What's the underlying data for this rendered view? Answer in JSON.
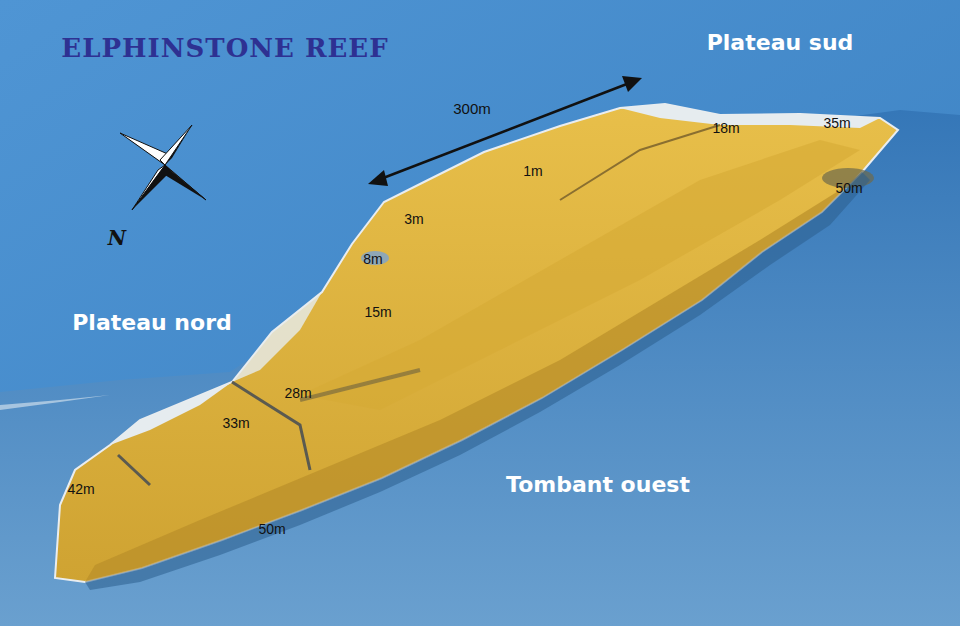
{
  "diagram": {
    "title": "ELPHINSTONE REEF",
    "labels": [
      "Plateau sud",
      "Plateau nord",
      "Tombant ouest",
      "300m",
      "1m",
      "3m",
      "8m",
      "15m",
      "28m",
      "33m",
      "42m",
      "50m",
      "18m",
      "35m",
      "50m",
      "N"
    ]
  }
}
